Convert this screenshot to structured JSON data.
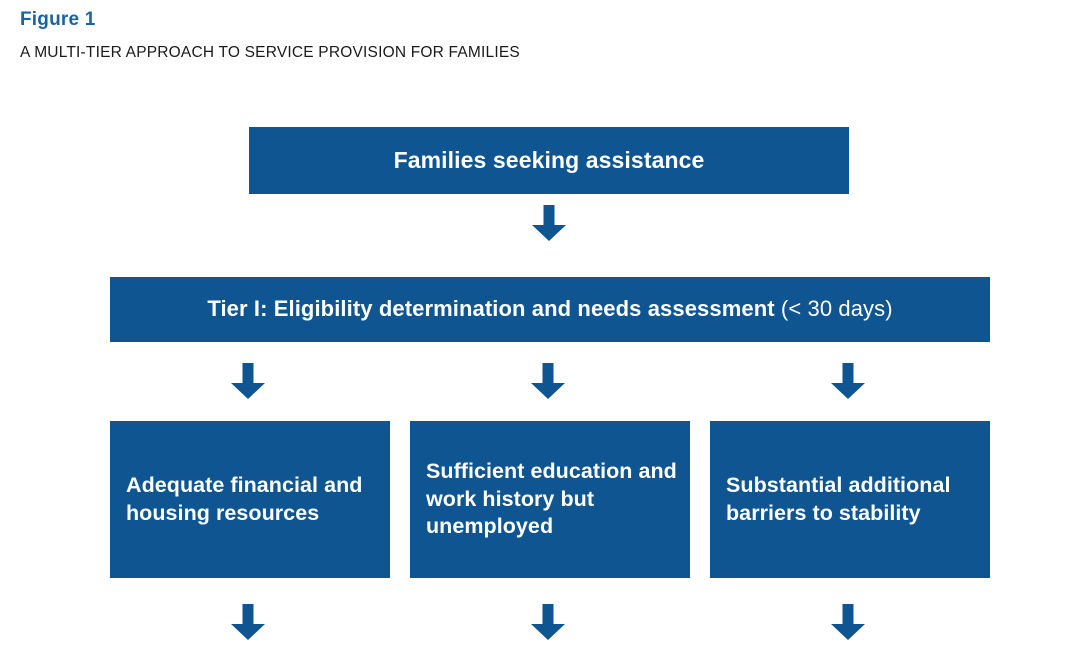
{
  "figure": {
    "label": "Figure 1",
    "title": "A MULTI-TIER APPROACH TO SERVICE PROVISION FOR FAMILIES",
    "label_color": "#1763a6",
    "title_color": "#1a1a1a",
    "box_color": "#0f5592",
    "box_text_color": "#ffffff",
    "arrow_color": "#0f5592",
    "background_color": "#ffffff"
  },
  "diagram_data": {
    "type": "flowchart",
    "orientation": "top-down",
    "nodes": [
      {
        "id": "entry",
        "text": "Families seeking assistance",
        "level": 0,
        "align": "center"
      },
      {
        "id": "tier1",
        "text": "Tier I: Eligibility determination and needs assessment",
        "suffix": " (< 30 days)",
        "level": 1,
        "align": "center"
      },
      {
        "id": "track-a",
        "text": "Adequate financial and housing resources",
        "level": 2,
        "column": 1,
        "align": "left"
      },
      {
        "id": "track-b",
        "text": "Sufficient education and work history but unemployed",
        "level": 2,
        "column": 2,
        "align": "left"
      },
      {
        "id": "track-c",
        "text": "Substantial additional barriers to stability",
        "level": 2,
        "column": 3,
        "align": "left"
      }
    ],
    "edges": [
      {
        "from": "entry",
        "to": "tier1",
        "marker": "down-arrow"
      },
      {
        "from": "tier1",
        "to": "track-a",
        "marker": "down-arrow"
      },
      {
        "from": "tier1",
        "to": "track-b",
        "marker": "down-arrow"
      },
      {
        "from": "tier1",
        "to": "track-c",
        "marker": "down-arrow"
      },
      {
        "from": "track-a",
        "to": null,
        "marker": "down-arrow"
      },
      {
        "from": "track-b",
        "to": null,
        "marker": "down-arrow"
      },
      {
        "from": "track-c",
        "to": null,
        "marker": "down-arrow"
      }
    ]
  },
  "boxes": {
    "entry": "Families seeking assistance",
    "tier1_main": "Tier I: Eligibility determination and needs assessment",
    "tier1_suffix": " (< 30 days)",
    "track_a": "Adequate financial and housing resources",
    "track_b": "Sufficient education and work history but unemployed",
    "track_c": "Substantial additional barriers to stability"
  },
  "icons": {
    "down_arrow": "down-arrow-icon"
  }
}
